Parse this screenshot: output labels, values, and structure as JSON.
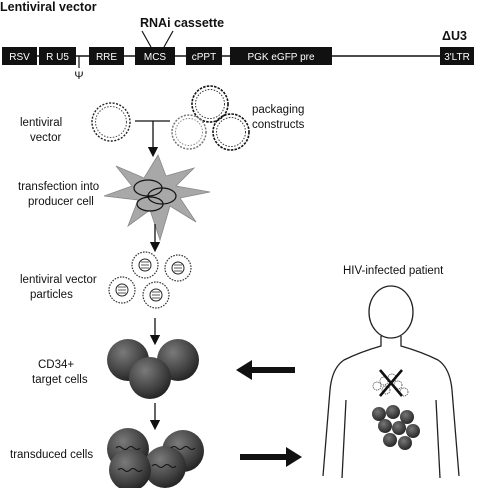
{
  "header": {
    "title": "Lentiviral vector",
    "rnai": "RNAi cassette",
    "delta_u3": "ΔU3",
    "psi": "Ψ"
  },
  "construct": {
    "segments": [
      "RSV",
      "R U5",
      "RRE",
      "MCS",
      "cPPT",
      "PGK eGFP pre",
      "3'LTR"
    ]
  },
  "steps": {
    "lentiviral_vector_l1": "lentiviral",
    "lentiviral_vector_l2": "vector",
    "packaging_l1": "packaging",
    "packaging_l2": "constructs",
    "transfection_l1": "transfection into",
    "transfection_l2": "producer cell",
    "particles_l1": "lentiviral vector",
    "particles_l2": "particles",
    "cd34_l1": "CD34+",
    "cd34_l2": "target cells",
    "transduced": "transduced cells",
    "patient": "HIV-infected patient"
  },
  "colors": {
    "construct_bar": "#111111",
    "cell": "#444444",
    "producer_cell": "#a8a8a8"
  }
}
